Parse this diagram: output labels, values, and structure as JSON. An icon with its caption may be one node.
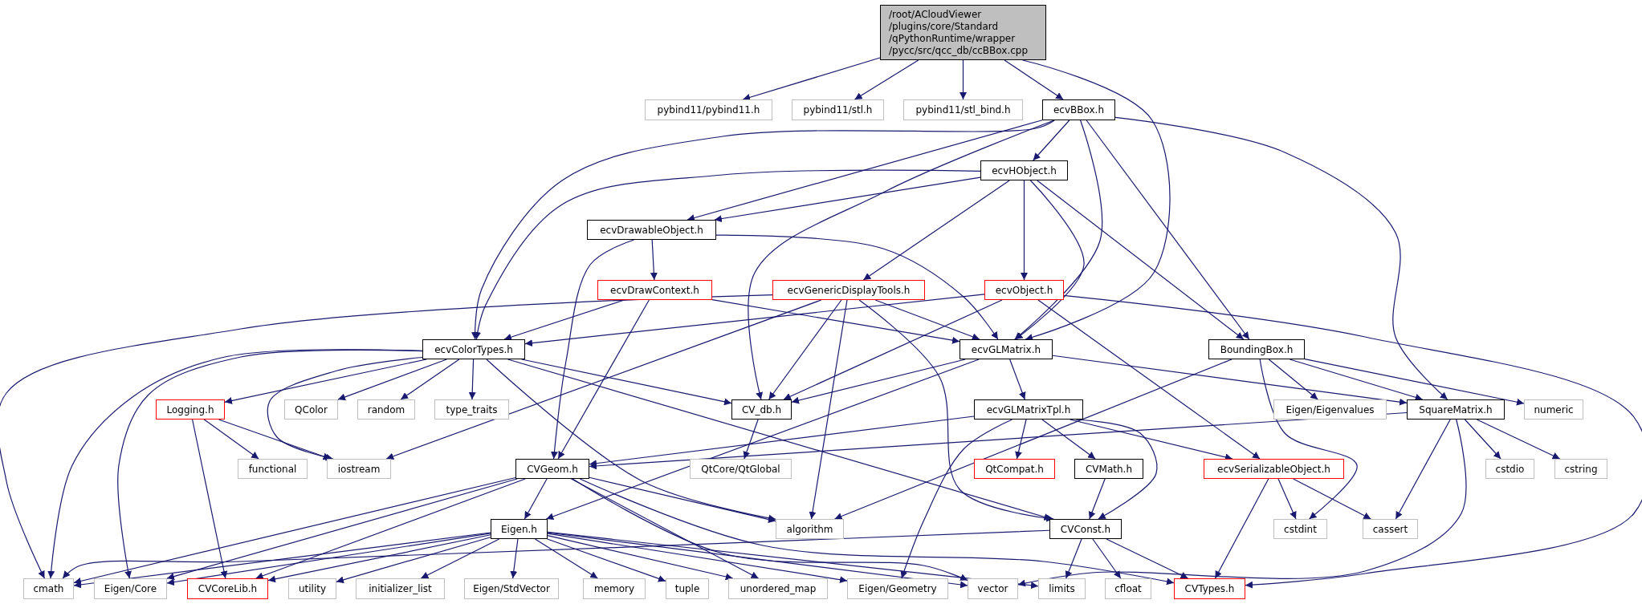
{
  "diagram": {
    "nodes": [
      {
        "text": [
          "/root/ACloudViewer /plugins/core/Standard /qPythonRuntime/wrapper /pycc/src/qcc_db/ccBBox.cpp"
        ]
      },
      {
        "text": [
          "pybind11/pybind11.h"
        ]
      },
      {
        "text": [
          "pybind11/stl.h"
        ]
      },
      {
        "text": [
          "pybind11/stl_bind.h"
        ]
      },
      {
        "text": [
          "ecvBBox.h"
        ]
      },
      {
        "text": [
          "ecvHObject.h"
        ]
      },
      {
        "text": [
          "ecvDrawableObject.h"
        ]
      },
      {
        "text": [
          "ecvDrawContext.h"
        ]
      },
      {
        "text": [
          "ecvGenericDisplayTools.h"
        ]
      },
      {
        "text": [
          "ecvObject.h"
        ]
      },
      {
        "text": [
          "ecvColorTypes.h"
        ]
      },
      {
        "text": [
          "ecvGLMatrix.h"
        ]
      },
      {
        "text": [
          "BoundingBox.h"
        ]
      },
      {
        "text": [
          "Logging.h"
        ]
      },
      {
        "text": [
          "QColor"
        ]
      },
      {
        "text": [
          "random"
        ]
      },
      {
        "text": [
          "type_traits"
        ]
      },
      {
        "text": [
          "CV_db.h"
        ]
      },
      {
        "text": [
          "ecvGLMatrixTpl.h"
        ]
      },
      {
        "text": [
          "Eigen/Eigenvalues"
        ]
      },
      {
        "text": [
          "SquareMatrix.h"
        ]
      },
      {
        "text": [
          "numeric"
        ]
      },
      {
        "text": [
          "functional"
        ]
      },
      {
        "text": [
          "iostream"
        ]
      },
      {
        "text": [
          "CVGeom.h"
        ]
      },
      {
        "text": [
          "QtCore/QtGlobal"
        ]
      },
      {
        "text": [
          "QtCompat.h"
        ]
      },
      {
        "text": [
          "CVMath.h"
        ]
      },
      {
        "text": [
          "ecvSerializableObject.h"
        ]
      },
      {
        "text": [
          "cstdio"
        ]
      },
      {
        "text": [
          "cstring"
        ]
      },
      {
        "text": [
          "Eigen.h"
        ]
      },
      {
        "text": [
          "algorithm"
        ]
      },
      {
        "text": [
          "CVConst.h"
        ]
      },
      {
        "text": [
          "cstdint"
        ]
      },
      {
        "text": [
          "cassert"
        ]
      },
      {
        "text": [
          "cmath"
        ]
      },
      {
        "text": [
          "Eigen/Core"
        ]
      },
      {
        "text": [
          "CVCoreLib.h"
        ]
      },
      {
        "text": [
          "utility"
        ]
      },
      {
        "text": [
          "initializer_list"
        ]
      },
      {
        "text": [
          "Eigen/StdVector"
        ]
      },
      {
        "text": [
          "memory"
        ]
      },
      {
        "text": [
          "tuple"
        ]
      },
      {
        "text": [
          "unordered_map"
        ]
      },
      {
        "text": [
          "Eigen/Geometry"
        ]
      },
      {
        "text": [
          "vector"
        ]
      },
      {
        "text": [
          "limits"
        ]
      },
      {
        "text": [
          "cfloat"
        ]
      },
      {
        "text": [
          "CVTypes.h"
        ]
      }
    ],
    "edges": [
      {
        "from": 0,
        "to": 1,
        "arrow": "to"
      },
      {
        "from": 0,
        "to": 2,
        "arrow": "to"
      },
      {
        "from": 0,
        "to": 3,
        "arrow": "to"
      },
      {
        "from": 0,
        "to": 4,
        "arrow": "to"
      },
      {
        "from": 0,
        "to": 11,
        "arrow": "to"
      },
      {
        "from": 4,
        "to": 10,
        "arrow": "to"
      },
      {
        "from": 4,
        "to": 6,
        "arrow": "to"
      },
      {
        "from": 4,
        "to": 5,
        "arrow": "to"
      },
      {
        "from": 4,
        "to": 17,
        "arrow": "to"
      },
      {
        "from": 4,
        "to": 11,
        "arrow": "to"
      },
      {
        "from": 4,
        "to": 12,
        "arrow": "to"
      },
      {
        "from": 4,
        "to": 20,
        "arrow": "to"
      },
      {
        "from": 5,
        "to": 10,
        "arrow": "to"
      },
      {
        "from": 5,
        "to": 6,
        "arrow": "to"
      },
      {
        "from": 5,
        "to": 8,
        "arrow": "to"
      },
      {
        "from": 5,
        "to": 9,
        "arrow": "to"
      },
      {
        "from": 5,
        "to": 11,
        "arrow": "to"
      },
      {
        "from": 5,
        "to": 12,
        "arrow": "to"
      },
      {
        "from": 6,
        "to": 7,
        "arrow": "to"
      },
      {
        "from": 6,
        "to": 24,
        "arrow": "to"
      },
      {
        "from": 6,
        "to": 11,
        "arrow": "to"
      },
      {
        "from": 7,
        "to": 10,
        "arrow": "to"
      },
      {
        "from": 7,
        "to": 11,
        "arrow": "to"
      },
      {
        "from": 7,
        "to": 24,
        "arrow": "to"
      },
      {
        "from": 8,
        "to": 36,
        "arrow": "to"
      },
      {
        "from": 8,
        "to": 23,
        "arrow": "to"
      },
      {
        "from": 8,
        "to": 17,
        "arrow": "to"
      },
      {
        "from": 8,
        "to": 32,
        "arrow": "to"
      },
      {
        "from": 8,
        "to": 33,
        "arrow": "to"
      },
      {
        "from": 8,
        "to": 11,
        "arrow": "to"
      },
      {
        "from": 9,
        "to": 10,
        "arrow": "to"
      },
      {
        "from": 9,
        "to": 17,
        "arrow": "to"
      },
      {
        "from": 9,
        "to": 28,
        "arrow": "to"
      },
      {
        "from": 9,
        "to": 49,
        "arrow": "to"
      },
      {
        "from": 10,
        "to": 36,
        "arrow": "to"
      },
      {
        "from": 10,
        "to": 37,
        "arrow": "to"
      },
      {
        "from": 10,
        "to": 13,
        "arrow": "to"
      },
      {
        "from": 10,
        "to": 23,
        "arrow": "to"
      },
      {
        "from": 10,
        "to": 14,
        "arrow": "to"
      },
      {
        "from": 10,
        "to": 15,
        "arrow": "to"
      },
      {
        "from": 10,
        "to": 16,
        "arrow": "to"
      },
      {
        "from": 10,
        "to": 17,
        "arrow": "to"
      },
      {
        "from": 10,
        "to": 32,
        "arrow": "to"
      },
      {
        "from": 10,
        "to": 33,
        "arrow": "to"
      },
      {
        "from": 11,
        "to": 17,
        "arrow": "to"
      },
      {
        "from": 11,
        "to": 18,
        "arrow": "to"
      },
      {
        "from": 11,
        "to": 20,
        "arrow": "to"
      },
      {
        "from": 11,
        "to": 31,
        "arrow": "to"
      },
      {
        "from": 12,
        "to": 32,
        "arrow": "to"
      },
      {
        "from": 12,
        "to": 19,
        "arrow": "to"
      },
      {
        "from": 12,
        "to": 20,
        "arrow": "to"
      },
      {
        "from": 12,
        "to": 21,
        "arrow": "to"
      },
      {
        "from": 12,
        "to": 34,
        "arrow": "to"
      },
      {
        "from": 13,
        "to": 22,
        "arrow": "to"
      },
      {
        "from": 13,
        "to": 23,
        "arrow": "to"
      },
      {
        "from": 13,
        "to": 38,
        "arrow": "to"
      },
      {
        "from": 17,
        "to": 25,
        "arrow": "to"
      },
      {
        "from": 18,
        "to": 24,
        "arrow": "to"
      },
      {
        "from": 18,
        "to": 26,
        "arrow": "to"
      },
      {
        "from": 18,
        "to": 27,
        "arrow": "to"
      },
      {
        "from": 18,
        "to": 45,
        "arrow": "to"
      },
      {
        "from": 18,
        "to": 33,
        "arrow": "to"
      },
      {
        "from": 18,
        "to": 28,
        "arrow": "to"
      },
      {
        "from": 20,
        "to": 24,
        "arrow": "to"
      },
      {
        "from": 20,
        "to": 35,
        "arrow": "to"
      },
      {
        "from": 20,
        "to": 29,
        "arrow": "to"
      },
      {
        "from": 20,
        "to": 30,
        "arrow": "to"
      },
      {
        "from": 20,
        "to": 46,
        "arrow": "to"
      },
      {
        "from": 24,
        "to": 36,
        "arrow": "to"
      },
      {
        "from": 24,
        "to": 37,
        "arrow": "to"
      },
      {
        "from": 24,
        "to": 38,
        "arrow": "to"
      },
      {
        "from": 24,
        "to": 31,
        "arrow": "to"
      },
      {
        "from": 24,
        "to": 32,
        "arrow": "to"
      },
      {
        "from": 24,
        "to": 44,
        "arrow": "to"
      },
      {
        "from": 24,
        "to": 46,
        "arrow": "to"
      },
      {
        "from": 24,
        "to": 49,
        "arrow": "to"
      },
      {
        "from": 27,
        "to": 33,
        "arrow": "to"
      },
      {
        "from": 28,
        "to": 49,
        "arrow": "to"
      },
      {
        "from": 28,
        "to": 34,
        "arrow": "to"
      },
      {
        "from": 28,
        "to": 35,
        "arrow": "to"
      },
      {
        "from": 31,
        "to": 36,
        "arrow": "to"
      },
      {
        "from": 31,
        "to": 37,
        "arrow": "to"
      },
      {
        "from": 31,
        "to": 38,
        "arrow": "to"
      },
      {
        "from": 31,
        "to": 39,
        "arrow": "to"
      },
      {
        "from": 31,
        "to": 40,
        "arrow": "to"
      },
      {
        "from": 31,
        "to": 41,
        "arrow": "to"
      },
      {
        "from": 31,
        "to": 42,
        "arrow": "to"
      },
      {
        "from": 31,
        "to": 43,
        "arrow": "to"
      },
      {
        "from": 31,
        "to": 44,
        "arrow": "to"
      },
      {
        "from": 31,
        "to": 45,
        "arrow": "to"
      },
      {
        "from": 31,
        "to": 46,
        "arrow": "to"
      },
      {
        "from": 31,
        "to": 47,
        "arrow": "to"
      },
      {
        "from": 33,
        "to": 36,
        "arrow": "to"
      },
      {
        "from": 33,
        "to": 47,
        "arrow": "to"
      },
      {
        "from": 33,
        "to": 48,
        "arrow": "to"
      },
      {
        "from": 33,
        "to": 49,
        "arrow": "to"
      }
    ]
  }
}
